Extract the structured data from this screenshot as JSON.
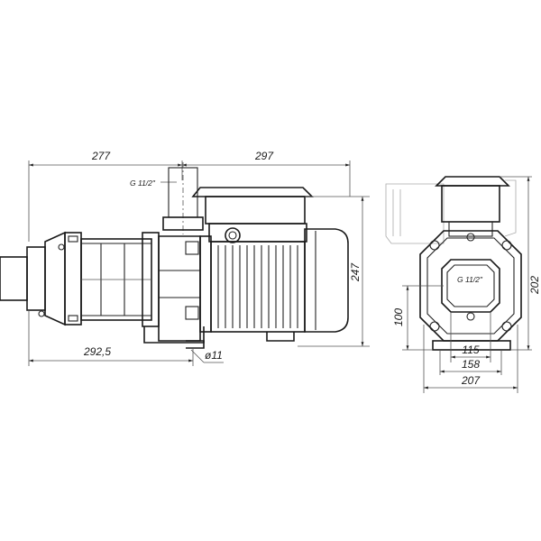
{
  "drawing": {
    "side_view": {
      "dim_left_top": "277",
      "dim_right_top": "297",
      "dim_height": "247",
      "dim_bottom": "292,5",
      "dim_hole": "ø11",
      "thread_label": "G 11/2\""
    },
    "front_view": {
      "thread_label": "G 11/2\"",
      "dim_height_total": "202",
      "dim_height_base": "100",
      "dim_width_inner": "115",
      "dim_width_mid": "158",
      "dim_width_total": "207"
    }
  }
}
